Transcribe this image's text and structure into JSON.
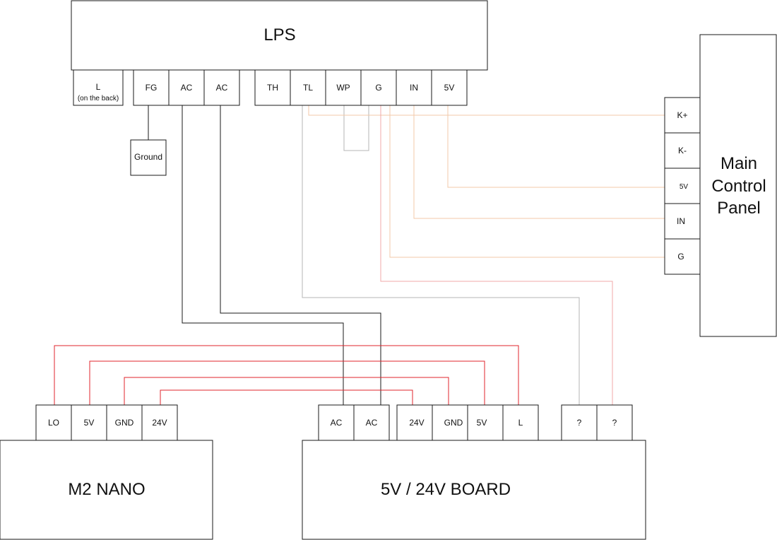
{
  "lps": {
    "title": "LPS",
    "terminals": {
      "l": "L",
      "l_note": "(on the back)",
      "fg": "FG",
      "ac1": "AC",
      "ac2": "AC",
      "th": "TH",
      "tl": "TL",
      "wp": "WP",
      "g": "G",
      "in": "IN",
      "v5": "5V"
    }
  },
  "ground": {
    "label": "Ground"
  },
  "main_control_panel": {
    "title_line1": "Main",
    "title_line2": "Control",
    "title_line3": "Panel",
    "terminals": {
      "kplus": "K+",
      "kminus": "K-",
      "v5": "5V",
      "in": "IN",
      "g": "G"
    }
  },
  "m2_nano": {
    "title": "M2 NANO",
    "terminals": {
      "lo": "LO",
      "v5": "5V",
      "gnd": "GND",
      "v24": "24V"
    }
  },
  "board": {
    "title": "5V / 24V BOARD",
    "terminals": {
      "ac1": "AC",
      "ac2": "AC",
      "v24": "24V",
      "gnd": "GND",
      "v5": "5V",
      "l": "L",
      "q1": "?",
      "q2": "?"
    }
  },
  "colors": {
    "red_wire": "#e2262e",
    "black_wire": "#1a1a1a",
    "grey_wire": "#b5b5b5",
    "peach_wire": "#f3c9a8",
    "pink_wire": "#f0a8a8"
  }
}
